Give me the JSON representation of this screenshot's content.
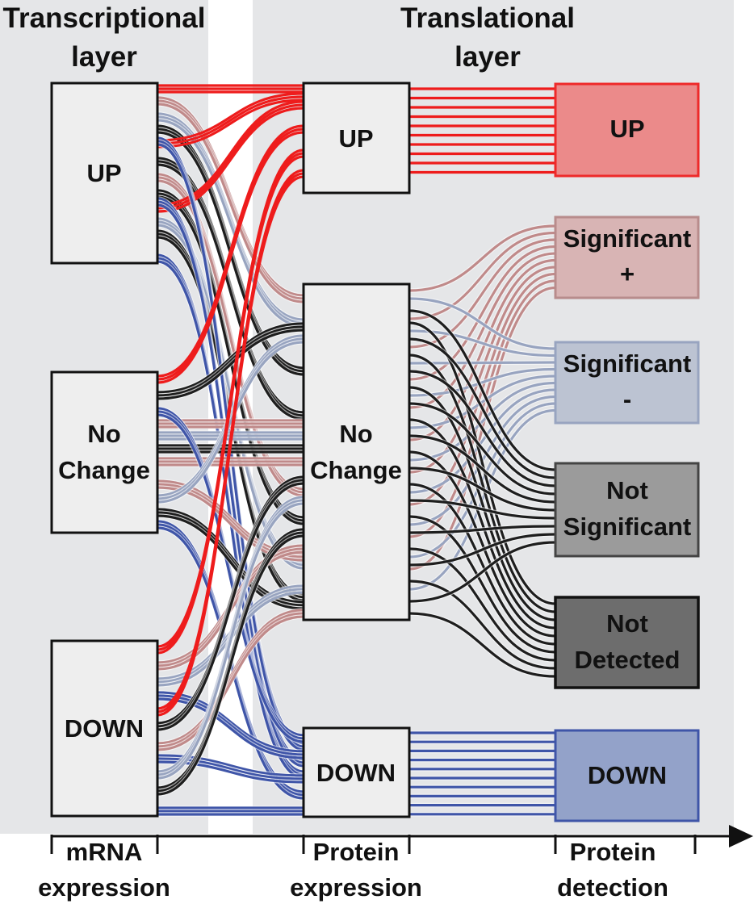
{
  "layers": {
    "transcriptional": [
      "Transcriptional",
      "layer"
    ],
    "translational": [
      "Translational",
      "layer"
    ]
  },
  "mrna_boxes": {
    "up": [
      "UP"
    ],
    "nochange": [
      "No",
      "Change"
    ],
    "down": [
      "DOWN"
    ]
  },
  "protein_boxes": {
    "up": [
      "UP"
    ],
    "nochange": [
      "No",
      "Change"
    ],
    "down": [
      "DOWN"
    ]
  },
  "detection_boxes": {
    "up": [
      "UP"
    ],
    "sig_plus": [
      "Significant",
      "+"
    ],
    "sig_minus": [
      "Significant",
      "-"
    ],
    "not_sig": [
      "Not",
      "Significant"
    ],
    "not_detected": [
      "Not",
      "Detected"
    ],
    "down": [
      "DOWN"
    ]
  },
  "axis": {
    "labels": {
      "mrna": [
        "mRNA",
        "expression"
      ],
      "protein": [
        "Protein",
        "expression"
      ],
      "detection": [
        "Protein",
        "detection"
      ]
    }
  },
  "colors": {
    "layer_bg": "#e5e6e8",
    "box_fill": "#eeeeee",
    "red": "#ee1c1c",
    "light_red": "#c08a8a",
    "gray_blue": "#98a4c0",
    "black": "#1e1e1e",
    "blue": "#3f55a8",
    "det_up": "#eb8a8a",
    "det_sig_plus": "#d8b4b4",
    "det_sig_minus": "#bcc3d2",
    "det_not_sig": "#9b9b9b",
    "det_not_detected": "#6d6d6d",
    "det_down": "#93a2c9"
  }
}
